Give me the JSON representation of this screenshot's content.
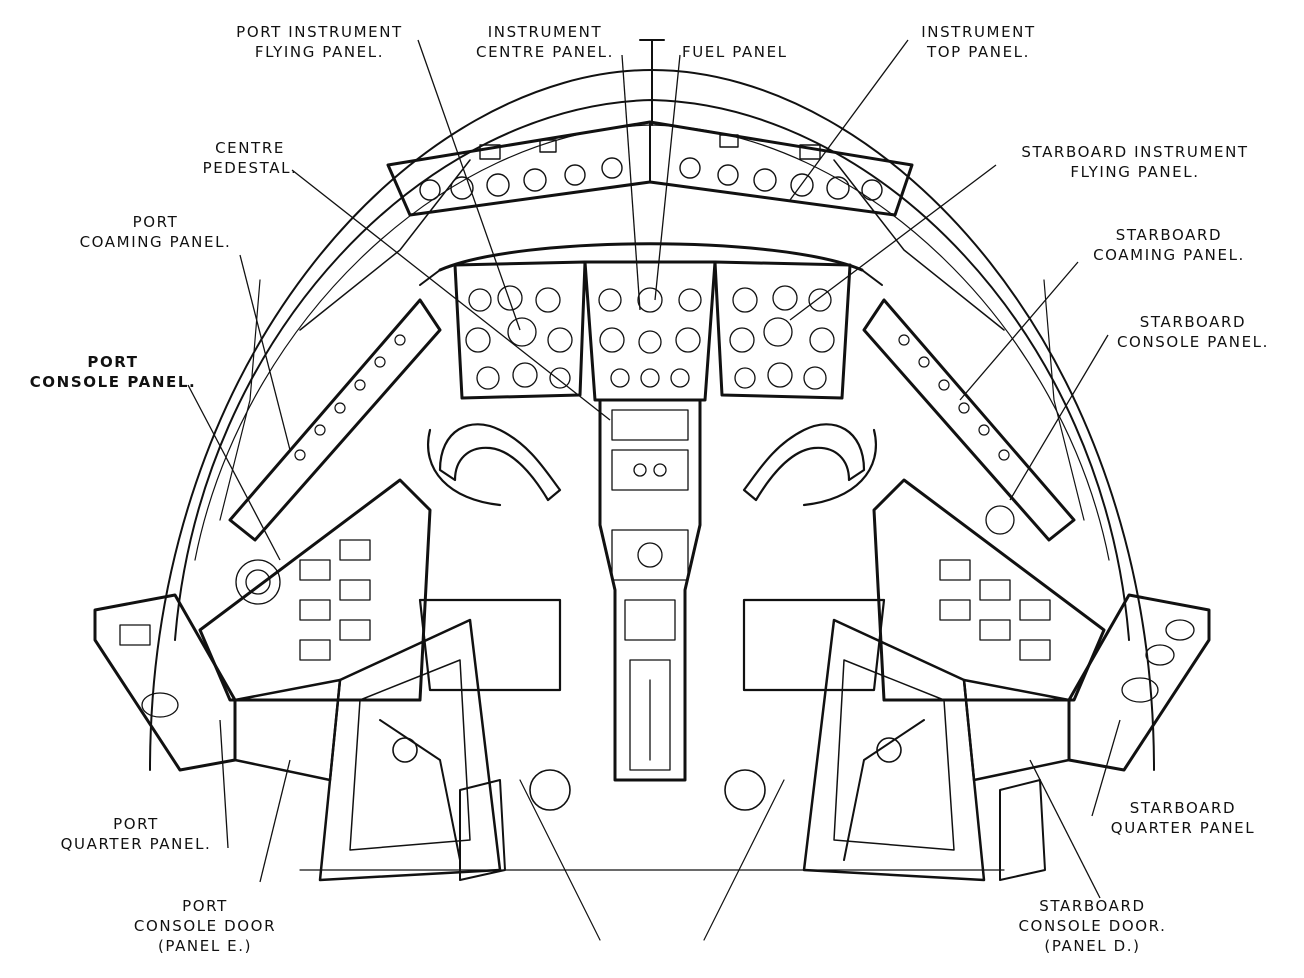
{
  "labels": {
    "port_instrument_flying_panel": [
      "PORT INSTRUMENT",
      "FLYING PANEL."
    ],
    "instrument_centre_panel": [
      "INSTRUMENT",
      "CENTRE PANEL."
    ],
    "fuel_panel": [
      "FUEL PANEL"
    ],
    "instrument_top_panel": [
      "INSTRUMENT",
      "TOP PANEL."
    ],
    "centre_pedestal": [
      "CENTRE",
      "PEDESTAL."
    ],
    "starboard_instrument_flying_panel": [
      "STARBOARD INSTRUMENT",
      "FLYING PANEL."
    ],
    "port_coaming_panel": [
      "PORT",
      "COAMING PANEL."
    ],
    "starboard_coaming_panel": [
      "STARBOARD",
      "COAMING PANEL."
    ],
    "port_console_panel": [
      "PORT",
      "CONSOLE PANEL."
    ],
    "starboard_console_panel": [
      "STARBOARD",
      "CONSOLE PANEL."
    ],
    "port_quarter_panel": [
      "PORT",
      "QUARTER PANEL."
    ],
    "starboard_quarter_panel": [
      "STARBOARD",
      "QUARTER PANEL"
    ],
    "port_console_door": [
      "PORT",
      "CONSOLE DOOR",
      "(PANEL E.)"
    ],
    "starboard_console_door": [
      "STARBOARD",
      "CONSOLE DOOR.",
      "(PANEL D.)"
    ]
  }
}
